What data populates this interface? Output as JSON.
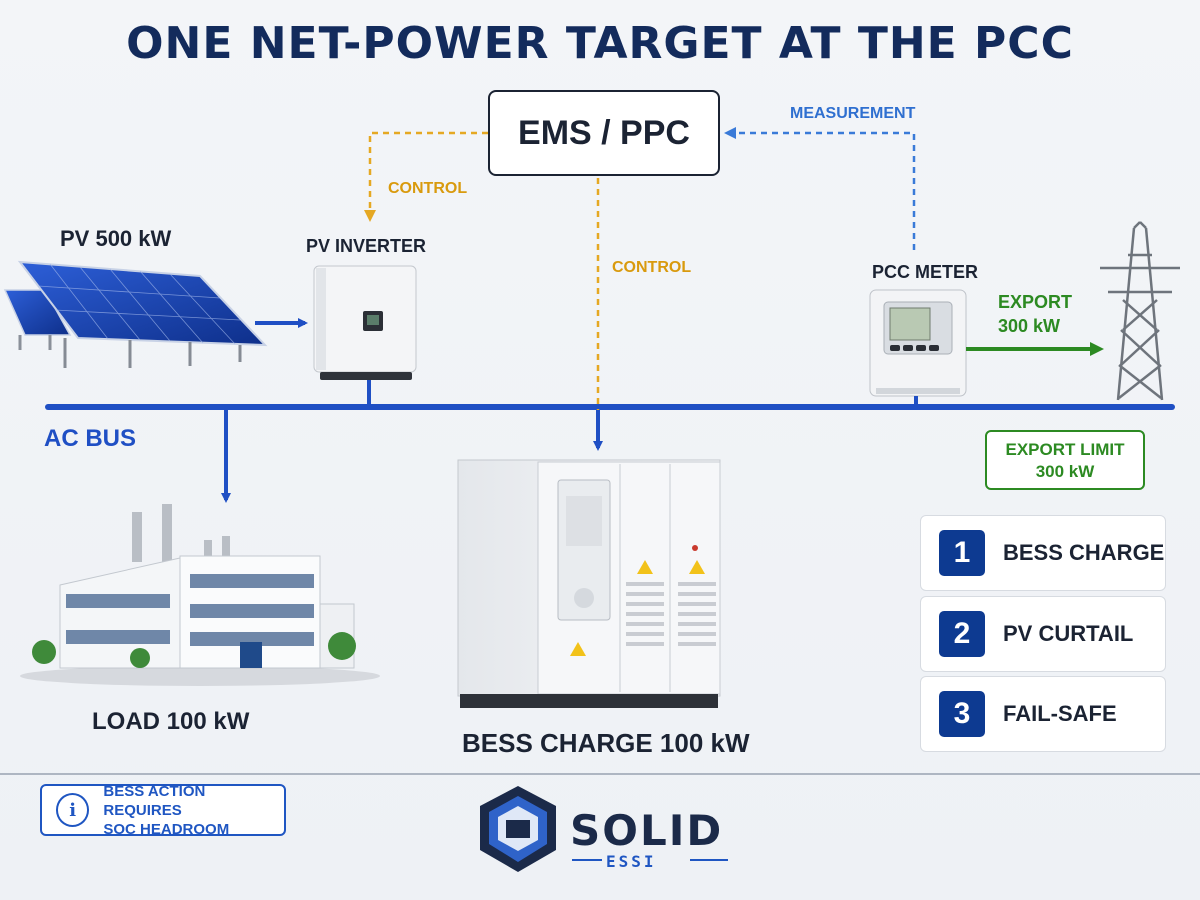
{
  "title": "ONE NET-POWER TARGET AT THE PCC",
  "ems": {
    "label": "EMS / PPC"
  },
  "signals": {
    "control_pv": "CONTROL",
    "control_bess": "CONTROL",
    "measurement": "MEASUREMENT"
  },
  "pv": {
    "label": "PV 500 kW"
  },
  "inverter": {
    "label": "PV INVERTER"
  },
  "meter": {
    "label": "PCC METER"
  },
  "export": {
    "line1": "EXPORT",
    "line2": "300 kW"
  },
  "bus": {
    "label": "AC BUS"
  },
  "export_limit": {
    "line1": "EXPORT LIMIT",
    "line2": "300 kW"
  },
  "load": {
    "label": "LOAD 100 kW"
  },
  "bess": {
    "label": "BESS CHARGE 100 kW"
  },
  "priority_steps": [
    {
      "number": "1",
      "label": "BESS CHARGE"
    },
    {
      "number": "2",
      "label": "PV CURTAIL"
    },
    {
      "number": "3",
      "label": "FAIL-SAFE"
    }
  ],
  "note": {
    "line1": "BESS ACTION REQUIRES",
    "line2": "SOC HEADROOM",
    "icon": "info-icon"
  },
  "logo": {
    "name": "SOLID",
    "sub": "ESSI"
  },
  "colors": {
    "bus": "#1f4fc4",
    "control": "#e5a823",
    "measurement": "#3a7ad8",
    "export": "#2c8a22",
    "title": "#132b5c",
    "step_badge": "#0d3a91"
  }
}
